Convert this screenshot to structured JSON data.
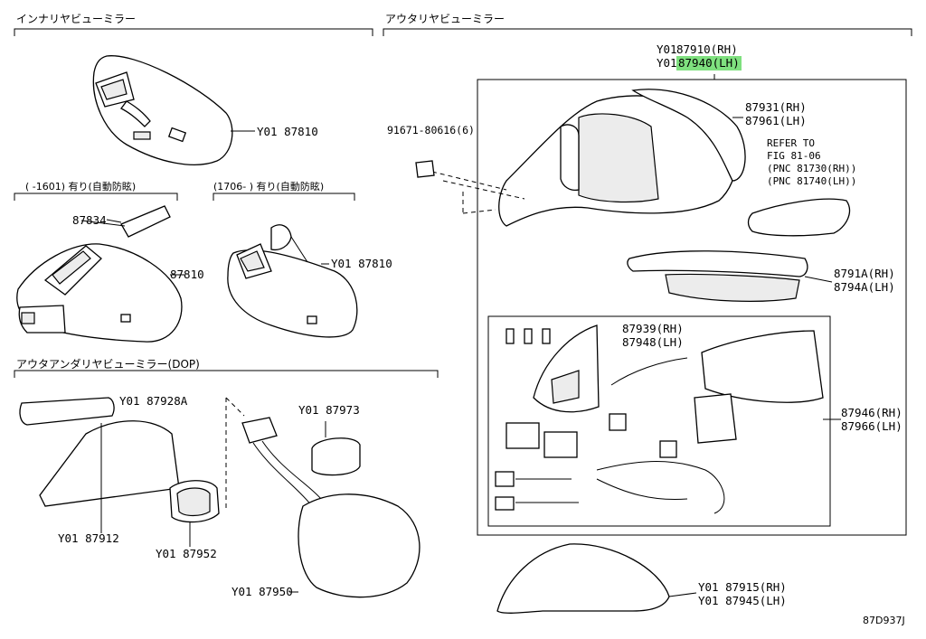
{
  "sections": {
    "inner_mirror": "インナリヤビューミラー",
    "outer_mirror": "アウタリヤビューミラー",
    "under_mirror": "アウタアンダリヤビューミラー(DOP)",
    "variant_a": "( -1601) 有り(自動防眩)",
    "variant_b": "(1706- ) 有り(自動防眩)"
  },
  "parts": {
    "p87810_top": "Y01 87810",
    "p87834": "87834",
    "p87810_mid": "87810",
    "p87810_right": "Y01 87810",
    "p87928a": "Y01 87928A",
    "p87973": "Y01 87973",
    "p87912": "Y01 87912",
    "p87952": "Y01 87952",
    "p87950": "Y01 87950",
    "p91671": "91671-80616(6)",
    "p87910_prefix": "Y01",
    "p87910": "87910(RH)",
    "p87940_prefix": "Y01",
    "p87940": "87940(LH)",
    "p87931": "87931(RH)",
    "p87961": "87961(LH)",
    "refer_1": "REFER TO",
    "refer_2": "FIG 81-06",
    "refer_3": "(PNC 81730(RH))",
    "refer_4": "(PNC 81740(LH))",
    "p8791a": "8791A(RH)",
    "p8794a": "8794A(LH)",
    "p87939": "87939(RH)",
    "p87948": "87948(LH)",
    "p87946": "87946(RH)",
    "p87966": "87966(LH)",
    "p87915": "Y01 87915(RH)",
    "p87945": "Y01 87945(LH)"
  },
  "figure_code": "87D937J",
  "highlight_color": "#7fe07f"
}
